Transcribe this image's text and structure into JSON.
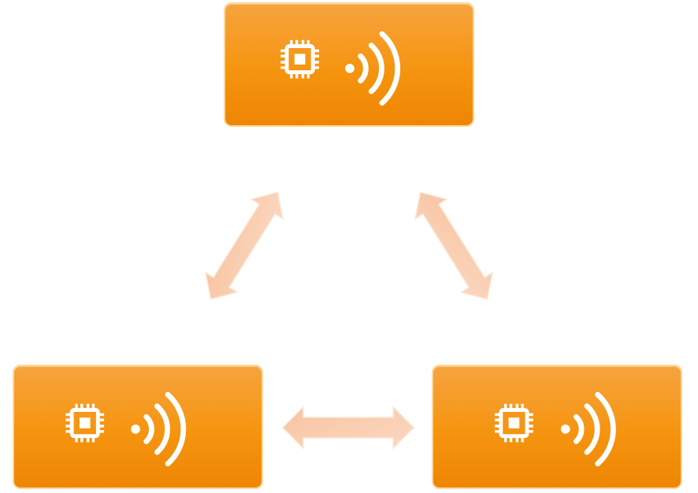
{
  "diagram": {
    "nodes": [
      {
        "id": "node-top",
        "icon": "chip-wireless-icon"
      },
      {
        "id": "node-left",
        "icon": "chip-wireless-icon"
      },
      {
        "id": "node-right",
        "icon": "chip-wireless-icon"
      }
    ],
    "connections": [
      {
        "from": "node-top",
        "to": "node-left",
        "style": "double-arrow"
      },
      {
        "from": "node-top",
        "to": "node-right",
        "style": "double-arrow"
      },
      {
        "from": "node-left",
        "to": "node-right",
        "style": "double-arrow"
      }
    ],
    "colors": {
      "node_fill_top": "#f6a43f",
      "node_fill_bottom": "#ee8604",
      "node_border": "#fbd79a",
      "icon": "#ffffff",
      "arrow_fill": "#f9c9a6",
      "arrow_stroke": "#fde3cf"
    }
  }
}
